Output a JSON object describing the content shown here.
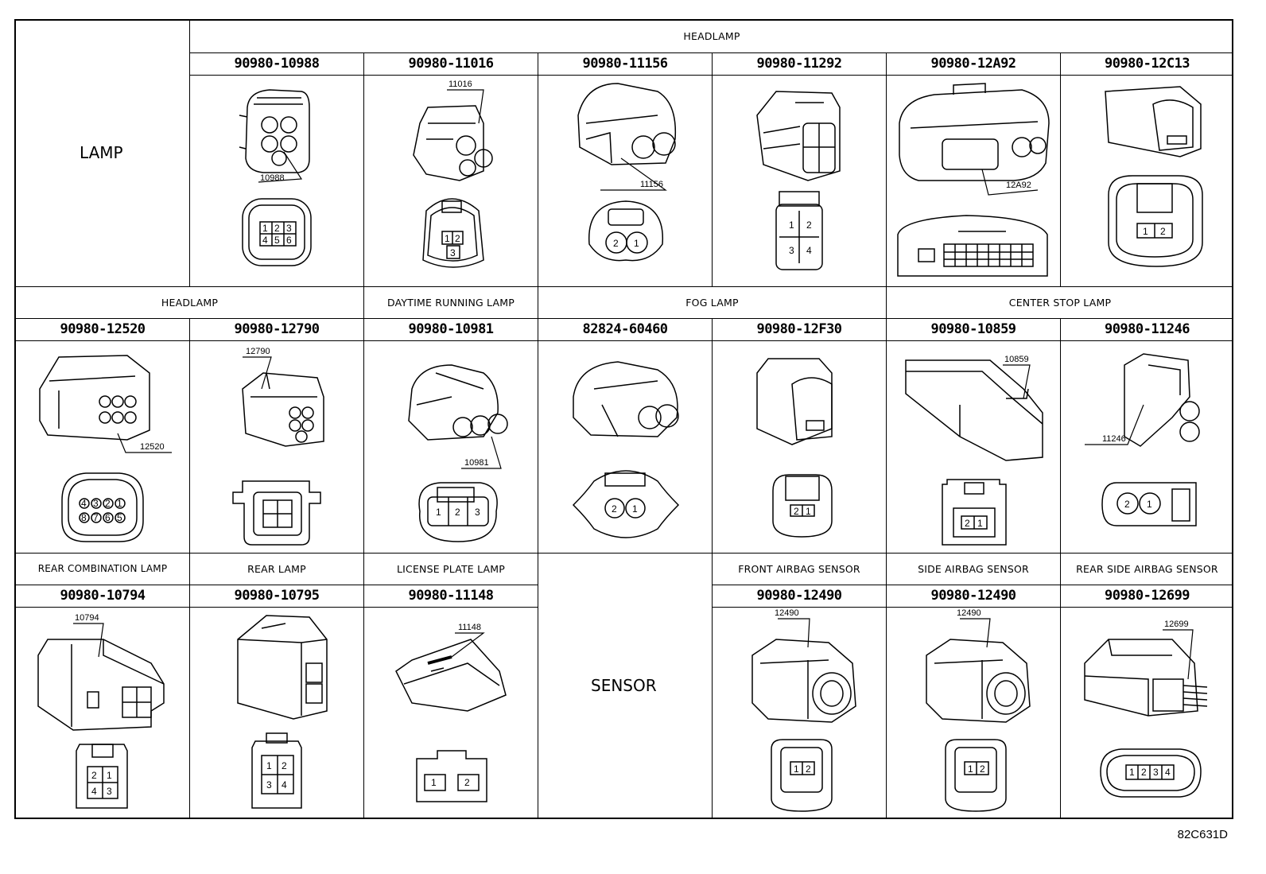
{
  "lamp_label": "LAMP",
  "sensor_label": "SENSOR",
  "diagram_code": "82C631D",
  "sections": {
    "headlamp": "HEADLAMP",
    "drl": "DAYTIME RUNNING LAMP",
    "fog": "FOG LAMP",
    "csl": "CENTER STOP LAMP",
    "rcl": "REAR COMBINATION LAMP",
    "rear": "REAR LAMP",
    "plate": "LICENSE PLATE LAMP",
    "fas": "FRONT AIRBAG SENSOR",
    "sas": "SIDE AIRBAG SENSOR",
    "rsas": "REAR SIDE AIRBAG SENSOR"
  },
  "parts": {
    "p10988": {
      "pn": "90980-10988",
      "tag": "10988",
      "pins": [
        "1",
        "2",
        "3",
        "4",
        "5",
        "6"
      ]
    },
    "p11016": {
      "pn": "90980-11016",
      "tag": "11016",
      "pins": [
        "1",
        "2",
        "3"
      ]
    },
    "p11156": {
      "pn": "90980-11156",
      "tag": "11156",
      "pins": [
        "2",
        "1"
      ]
    },
    "p11292": {
      "pn": "90980-11292",
      "pins": [
        "1",
        "2",
        "3",
        "4"
      ]
    },
    "p12A92": {
      "pn": "90980-12A92",
      "tag": "12A92"
    },
    "p12C13": {
      "pn": "90980-12C13",
      "pins": [
        "1",
        "2"
      ]
    },
    "p12520": {
      "pn": "90980-12520",
      "tag": "12520",
      "pins": [
        "4",
        "3",
        "2",
        "1",
        "8",
        "7",
        "6",
        "5"
      ]
    },
    "p12790": {
      "pn": "90980-12790",
      "tag": "12790"
    },
    "p10981": {
      "pn": "90980-10981",
      "tag": "10981",
      "pins": [
        "1",
        "2",
        "3"
      ]
    },
    "p60460": {
      "pn": "82824-60460",
      "pins": [
        "2",
        "1"
      ]
    },
    "p12F30": {
      "pn": "90980-12F30",
      "pins": [
        "2",
        "1"
      ]
    },
    "p10859": {
      "pn": "90980-10859",
      "tag": "10859",
      "pins": [
        "2",
        "1"
      ]
    },
    "p11246": {
      "pn": "90980-11246",
      "tag": "11246",
      "pins": [
        "2",
        "1"
      ]
    },
    "p10794": {
      "pn": "90980-10794",
      "tag": "10794",
      "pins": [
        "2",
        "1",
        "4",
        "3"
      ]
    },
    "p10795": {
      "pn": "90980-10795",
      "pins": [
        "1",
        "2",
        "3",
        "4"
      ]
    },
    "p11148": {
      "pn": "90980-11148",
      "tag": "11148",
      "pins": [
        "1",
        "2"
      ]
    },
    "p12490a": {
      "pn": "90980-12490",
      "tag": "12490",
      "pins": [
        "1",
        "2"
      ]
    },
    "p12490b": {
      "pn": "90980-12490",
      "tag": "12490",
      "pins": [
        "1",
        "2"
      ]
    },
    "p12699": {
      "pn": "90980-12699",
      "tag": "12699",
      "pins": [
        "1",
        "2",
        "3",
        "4"
      ]
    }
  }
}
